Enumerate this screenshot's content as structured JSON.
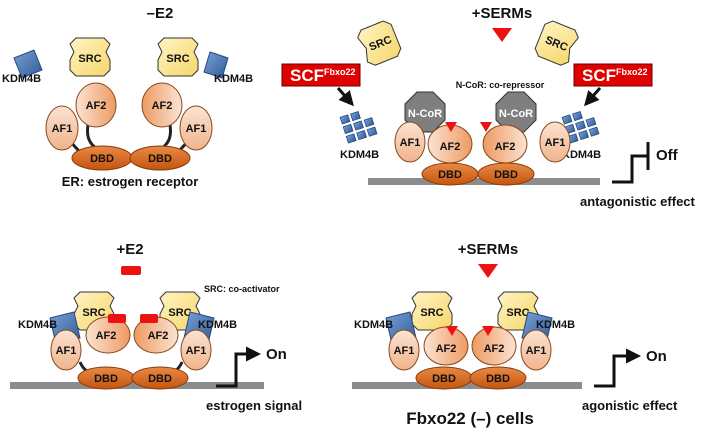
{
  "panels": {
    "p1": {
      "title": "–E2",
      "labels": {
        "src": "SRC",
        "kdm": "KDM4B",
        "af1": "AF1",
        "af2": "AF2",
        "dbd": "DBD"
      },
      "caption": "ER: estrogen receptor"
    },
    "p2": {
      "title": "+SERMs",
      "scf": "SCF",
      "scf_sup": "Fbxo22",
      "ncor_note": "N-CoR: co-repressor",
      "ncor": "N-CoR",
      "kdm": "KDM4B",
      "src": "SRC",
      "af1": "AF1",
      "af2": "AF2",
      "dbd": "DBD",
      "state": "Off",
      "caption": "antagonistic effect"
    },
    "p3": {
      "title": "+E2",
      "src_note": "SRC: co-activator",
      "src": "SRC",
      "kdm": "KDM4B",
      "af1": "AF1",
      "af2": "AF2",
      "dbd": "DBD",
      "state": "On",
      "caption": "estrogen signal"
    },
    "p4": {
      "title": "+SERMs",
      "src": "SRC",
      "kdm": "KDM4B",
      "af1": "AF1",
      "af2": "AF2",
      "dbd": "DBD",
      "state": "On",
      "caption": "agonistic effect",
      "footer": "Fbxo22 (–) cells"
    }
  },
  "colors": {
    "src_fill": "#fde58e",
    "kdm_fill": "#4a77b5",
    "af_light": "#f9d6bf",
    "af_mid": "#f2a778",
    "dbd_fill": "#d9661f",
    "ncor_fill": "#7f7f7f",
    "scf_fill": "#e00000",
    "ligand": "#ee1111",
    "dna": "#8c8c8c"
  }
}
